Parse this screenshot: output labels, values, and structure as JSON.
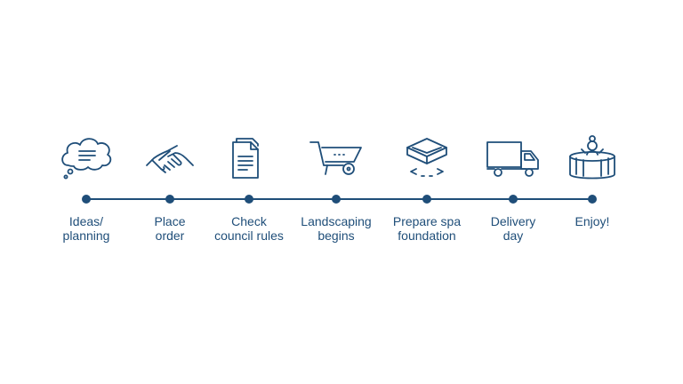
{
  "steps": [
    {
      "line1": "Ideas/",
      "line2": "planning",
      "icon": "thought-bubble-icon"
    },
    {
      "line1": "Place",
      "line2": "order",
      "icon": "handshake-icon"
    },
    {
      "line1": "Check",
      "line2": "council rules",
      "icon": "documents-icon"
    },
    {
      "line1": "Landscaping",
      "line2": "begins",
      "icon": "wheelbarrow-icon"
    },
    {
      "line1": "Prepare spa",
      "line2": "foundation",
      "icon": "spa-foundation-icon"
    },
    {
      "line1": "Delivery",
      "line2": "day",
      "icon": "delivery-truck-icon"
    },
    {
      "line1": "Enjoy!",
      "line2": "",
      "icon": "hot-tub-person-icon"
    }
  ],
  "colors": {
    "primary": "#1f4e79",
    "background": "#ffffff"
  }
}
